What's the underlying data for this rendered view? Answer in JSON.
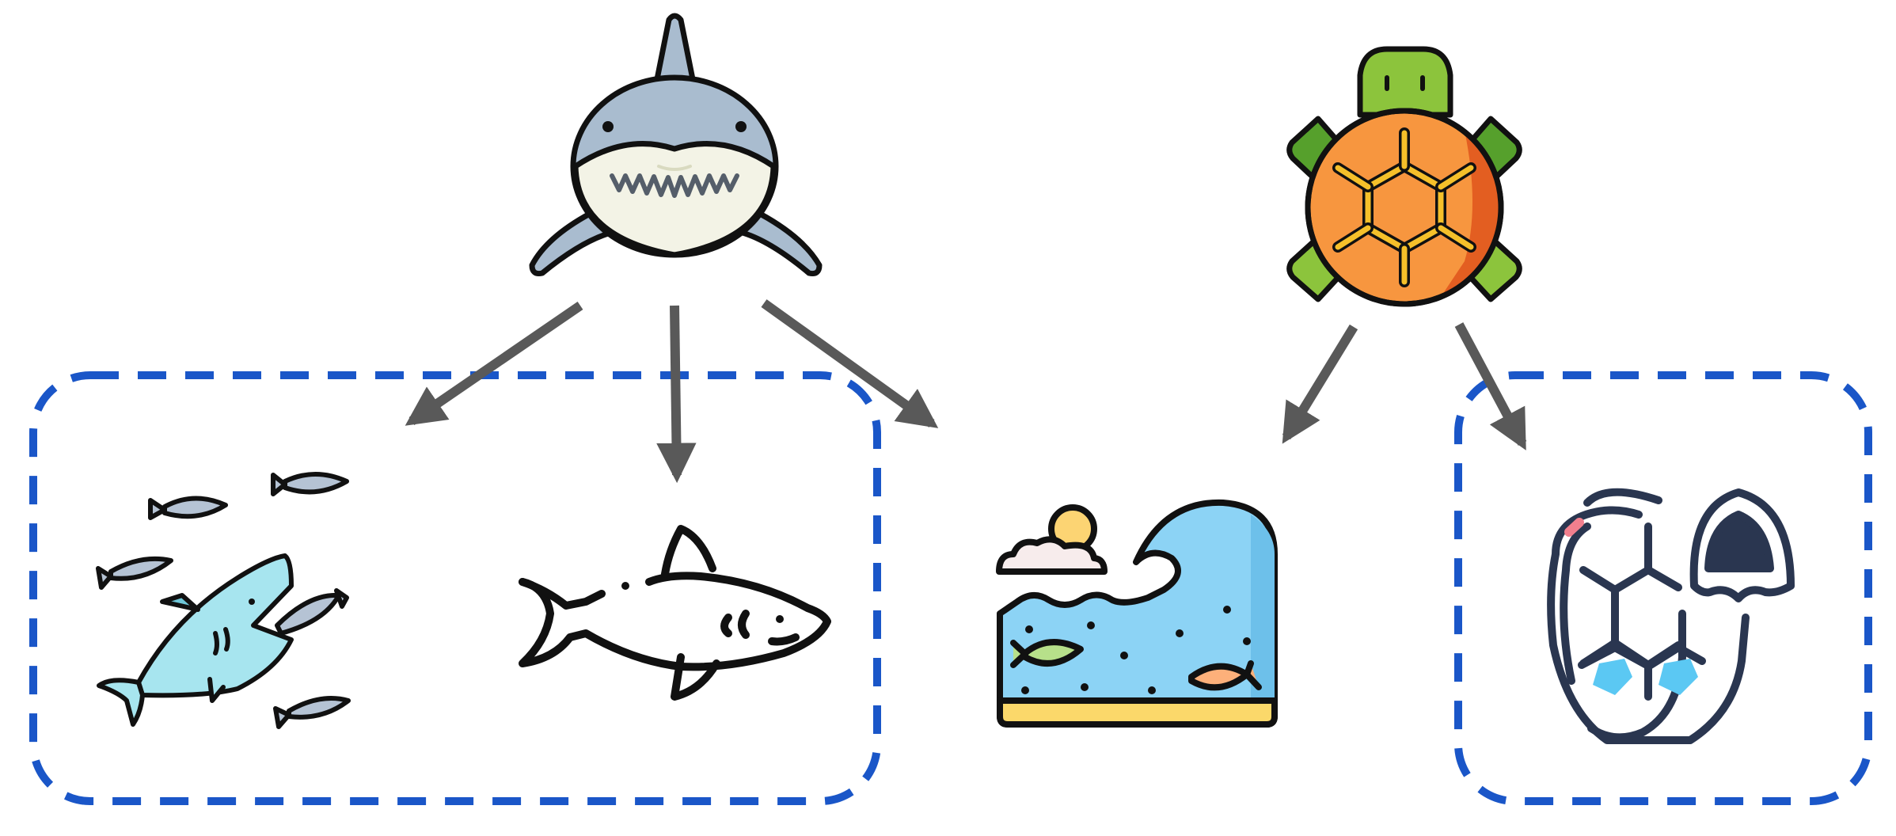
{
  "diagram": {
    "nodes": [
      {
        "id": "shark",
        "icon": "shark-icon"
      },
      {
        "id": "turtle",
        "icon": "turtle-icon"
      },
      {
        "id": "shark-with-fish",
        "icon": "shark-with-fish-icon",
        "group": "shark-group"
      },
      {
        "id": "shark-outline",
        "icon": "shark-outline-icon",
        "group": "shark-group"
      },
      {
        "id": "ocean",
        "icon": "ocean-wave-icon"
      },
      {
        "id": "turtle-shell",
        "icon": "turtle-shell-icon",
        "group": "turtle-group"
      }
    ],
    "edges": [
      {
        "from": "shark",
        "to": "shark-with-fish"
      },
      {
        "from": "shark",
        "to": "shark-outline"
      },
      {
        "from": "shark",
        "to": "ocean"
      },
      {
        "from": "turtle",
        "to": "ocean"
      },
      {
        "from": "turtle",
        "to": "turtle-shell"
      }
    ],
    "groups": [
      {
        "id": "shark-group",
        "style": "dashed"
      },
      {
        "id": "turtle-group",
        "style": "dashed"
      }
    ]
  },
  "colors": {
    "group_border": "#1a56c8",
    "arrow": "#595959",
    "outline": "#111111",
    "shark_top": "#a9bccf",
    "shark_belly": "#f3f3e6",
    "turtle_skin": "#8cc43c",
    "turtle_shell": "#f7963f",
    "turtle_shell_lines": "#f5c02a",
    "water": "#8cd3f5",
    "navy": "#2a3650",
    "shell_accent": "#5bc8f3"
  }
}
